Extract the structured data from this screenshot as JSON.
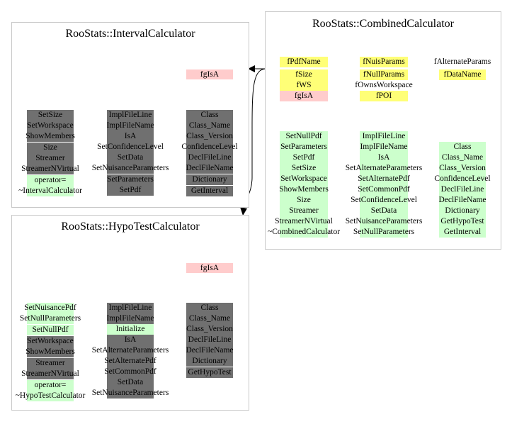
{
  "interval": {
    "title": "RooStats::IntervalCalculator",
    "tag": "fgIsA",
    "col1": [
      "SetSize",
      "SetWorkspace",
      "ShowMembers",
      "Size",
      "Streamer",
      "StreamerNVirtual",
      "operator=",
      "~IntervalCalculator"
    ],
    "col2": [
      "ImplFileLine",
      "ImplFileName",
      "IsA",
      "SetConfidenceLevel",
      "SetData",
      "SetNuisanceParameters",
      "SetParameters",
      "SetPdf"
    ],
    "col3": [
      "Class",
      "Class_Name",
      "Class_Version",
      "ConfidenceLevel",
      "DeclFileLine",
      "DeclFileName",
      "Dictionary",
      "GetInterval"
    ]
  },
  "hypo": {
    "title": "RooStats::HypoTestCalculator",
    "tag": "fgIsA",
    "col1": [
      "SetNuisancePdf",
      "SetNullParameters",
      "SetNullPdf",
      "SetWorkspace",
      "ShowMembers",
      "Streamer",
      "StreamerNVirtual",
      "operator=",
      "~HypoTestCalculator"
    ],
    "col2": [
      "ImplFileLine",
      "ImplFileName",
      "Initialize",
      "IsA",
      "SetAlternateParameters",
      "SetAlternatePdf",
      "SetCommonPdf",
      "SetData",
      "SetNuisanceParameters"
    ],
    "col3": [
      "Class",
      "Class_Name",
      "Class_Version",
      "DeclFileLine",
      "DeclFileName",
      "Dictionary",
      "GetHypoTest"
    ]
  },
  "combined": {
    "title": "RooStats::CombinedCalculator",
    "members": {
      "a1": [
        "fPdfName"
      ],
      "a2": [
        "fNuisParams"
      ],
      "a3": [
        "fAlternateParams"
      ],
      "b1": [
        "fSize",
        "fWS",
        "fgIsA"
      ],
      "b2": [
        "fNullParams",
        "fOwnsWorkspace",
        "fPOI"
      ],
      "b3": [
        "fDataName"
      ]
    },
    "col1": [
      "SetNullPdf",
      "SetParameters",
      "SetPdf",
      "SetSize",
      "SetWorkspace",
      "ShowMembers",
      "Size",
      "Streamer",
      "StreamerNVirtual",
      "~CombinedCalculator"
    ],
    "col2": [
      "ImplFileLine",
      "ImplFileName",
      "IsA",
      "SetAlternateParameters",
      "SetAlternatePdf",
      "SetCommonPdf",
      "SetConfidenceLevel",
      "SetData",
      "SetNuisanceParameters",
      "SetNullParameters"
    ],
    "col3": [
      "Class",
      "Class_Name",
      "Class_Version",
      "ConfidenceLevel",
      "DeclFileLine",
      "DeclFileName",
      "Dictionary",
      "GetHypoTest",
      "GetInterval"
    ]
  },
  "colors": {
    "gray": "#707070",
    "green": "#ccffcc",
    "yellow": "#ffff77",
    "pink": "#ffcccc",
    "border": "#c8c8c8"
  }
}
